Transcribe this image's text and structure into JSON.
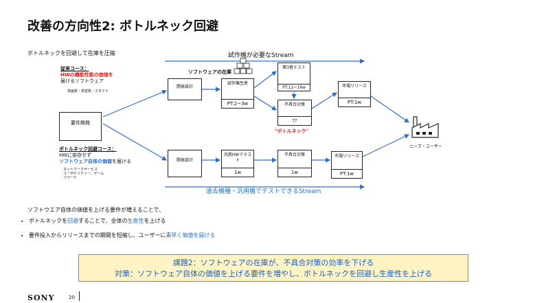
{
  "title": "改善の方向性2: ボトルネック回避",
  "subtitle": "ボトルネックを回避して在庫を圧縮",
  "stream_top": "試作機が必要なStream",
  "stream_bottom": "過去機種・汎用機でテストできるStream",
  "conventional": {
    "heading": "従来コース：",
    "line1": "HWの機能性能の価値を",
    "line2": "届けるソフトウェア",
    "sub": "高画質・高音質・スタミナ"
  },
  "avoid": {
    "heading": "ボトルネック回避コース：",
    "line1": "HWに依存せず",
    "line2_bold": "ソフトウェア自体の価値",
    "line2_rest": "を届ける",
    "sub1": "ネットワークサービス",
    "sub2": "ユーザビリティー、ゲーム",
    "sub3": "リワード"
  },
  "inventory_label": "ソフトウェアの在庫",
  "bottleneck_label": "\"ボトルネック\"",
  "customer_label": "ニーズ・ユーザー",
  "boxes": {
    "req": "要件開発",
    "dev_top": "開発設計",
    "proto": "試作機生産",
    "proto_pt": "PT:2~3w",
    "third": "第3者テスト",
    "third_pt": "PT:12~16w",
    "fix_top": "不具合対策",
    "fix_top_pt": "??",
    "rel_top": "市場リリース",
    "rel_top_pt": "PT:1w",
    "dev_bot": "開発設計",
    "hwtest": "汎用HWでテスト",
    "hwtest_pt": "1w",
    "fix_bot": "不具合対策",
    "fix_bot_pt": "1w",
    "rel_bot": "市場リリース",
    "rel_bot_pt": "PT:1w"
  },
  "intro": "ソフトウエア自体の価値を上げる要件が増えることで、",
  "bullets": {
    "b1_a": "ボトルネックを",
    "b1_b": "回避",
    "b1_c": "することで、全体の",
    "b1_d": "生産性",
    "b1_e": "を上げる",
    "b2_a": "要件投入からリリースまでの期間を短縮し、ユーザーに",
    "b2_b": "素早く価値を届ける"
  },
  "summary": {
    "line1": "課題2：ソフトウェアの在庫が、不具合対策の効率を下げる",
    "line2": "対策：ソフトウェア自体の価値を上げる要件を増やし、ボトルネックを回避し生産性を上げる"
  },
  "footer": {
    "brand": "SONY",
    "page": "20"
  },
  "colors": {
    "arrow": "#2f6fc4",
    "accent_red": "#e02020",
    "summary_bg": "#fdf3c3"
  }
}
